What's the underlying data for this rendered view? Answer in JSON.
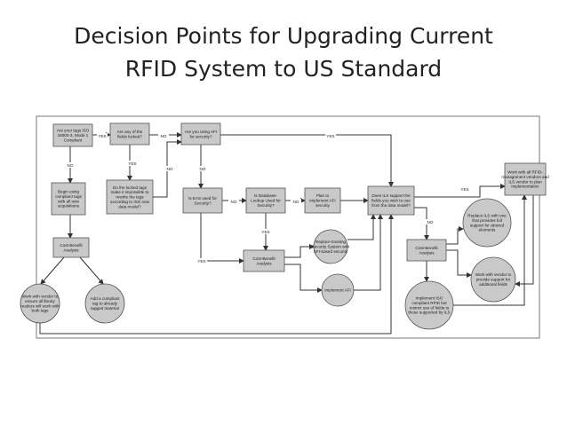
{
  "slide": {
    "title_line1": "Decision Points for Upgrading Current",
    "title_line2": "RFID System to US Standard"
  },
  "colors": {
    "box_fill": "#c9c9c9",
    "box_stroke": "#555555",
    "line": "#333333",
    "frame": "#777777"
  },
  "nodes": {
    "q_iso": [
      "Are your tags ISO",
      "18000-3, Mode 1",
      "Compliant"
    ],
    "q_locked": [
      "Are any of the",
      "fields locked?"
    ],
    "q_afi": [
      "Are you using AFI",
      "for security?"
    ],
    "begin_compliant": [
      "Begin using",
      "compliant tags",
      "with all new",
      "acquisitions"
    ],
    "locked_impossible": [
      "Do the locked tags",
      "make it impossible to",
      "rewrite the tags",
      "according to ISO new",
      "data model?"
    ],
    "q_eas": [
      "Is EAS used for",
      "Security?"
    ],
    "q_db_lookup": [
      "Is Database-",
      "Lookup Used for",
      "Security?"
    ],
    "plan_afi": [
      "Plan to",
      "implement AFI",
      "security"
    ],
    "q_ils_support": [
      "Does ILS support the",
      "fields you wish to use",
      "from the data model?"
    ],
    "work_vendors": [
      "Work with all RFID-",
      "management vendors and",
      "ILS vendor to plan",
      "implementation"
    ],
    "cba_left": [
      "Cost-Benefit",
      "Analysis"
    ],
    "cba_mid": [
      "Cost-Benefit",
      "Analysis"
    ],
    "cba_right": [
      "Cost-Benefit",
      "Analysis"
    ],
    "replace_existing": [
      "Replace Existing",
      "Security System with",
      "AFI-based security"
    ],
    "implement_afi": [
      "Implement AFI"
    ],
    "replace_ils": [
      "Replace ILS with one",
      "that provides full",
      "support for desired",
      "elements"
    ],
    "work_vendor_fields": [
      "Work with vendor to",
      "provide support for",
      "additional fields"
    ],
    "implement_iso": [
      "Implement ISO",
      "compliant RFID but",
      "restrict use of fields to",
      "those supported by ILS"
    ],
    "work_library": [
      "Work with vendor to",
      "ensure all library",
      "readers will work with",
      "both tags"
    ],
    "add_compliant": [
      "Add a compliant",
      "tag to already",
      "tagged material"
    ]
  },
  "edge_labels": {
    "iso_yes": "YES",
    "locked_no": "NO",
    "afi_yes": "YES",
    "iso_no": "NO",
    "locked_yes": "YES",
    "impossible_no": "NO",
    "afi_no": "NO",
    "eas_no": "NO",
    "db_no": "NO",
    "db_yes": "YES",
    "eas_yes": "YES",
    "ils_yes": "YES",
    "ils_no": "NO"
  }
}
